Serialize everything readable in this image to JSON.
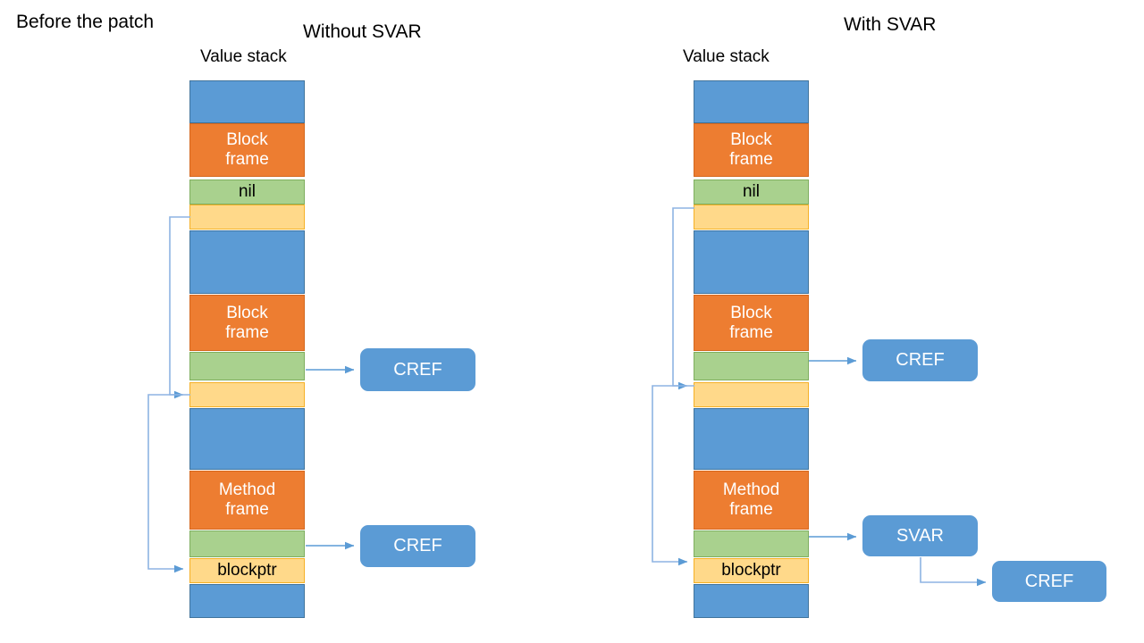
{
  "diagram": {
    "title": "Before the patch",
    "panels": [
      {
        "id": "without-svar",
        "heading": "Without SVAR",
        "stack_label": "Value stack",
        "bands": [
          {
            "kind": "blue",
            "text": ""
          },
          {
            "kind": "orange",
            "text": "Block\nframe"
          },
          {
            "kind": "green",
            "text": "nil"
          },
          {
            "kind": "yellow",
            "text": ""
          },
          {
            "kind": "blue",
            "text": ""
          },
          {
            "kind": "orange",
            "text": "Block\nframe"
          },
          {
            "kind": "green",
            "text": ""
          },
          {
            "kind": "yellow",
            "text": ""
          },
          {
            "kind": "blue",
            "text": ""
          },
          {
            "kind": "orange",
            "text": "Method\nframe"
          },
          {
            "kind": "green",
            "text": ""
          },
          {
            "kind": "yellow",
            "text": "blockptr"
          },
          {
            "kind": "blue",
            "text": ""
          }
        ],
        "nodes": [
          {
            "id": "cref-upper",
            "label": "CREF"
          },
          {
            "id": "cref-lower",
            "label": "CREF"
          }
        ]
      },
      {
        "id": "with-svar",
        "heading": "With SVAR",
        "stack_label": "Value stack",
        "bands": [
          {
            "kind": "blue",
            "text": ""
          },
          {
            "kind": "orange",
            "text": "Block\nframe"
          },
          {
            "kind": "green",
            "text": "nil"
          },
          {
            "kind": "yellow",
            "text": ""
          },
          {
            "kind": "blue",
            "text": ""
          },
          {
            "kind": "orange",
            "text": "Block\nframe"
          },
          {
            "kind": "green",
            "text": ""
          },
          {
            "kind": "yellow",
            "text": ""
          },
          {
            "kind": "blue",
            "text": ""
          },
          {
            "kind": "orange",
            "text": "Method\nframe"
          },
          {
            "kind": "green",
            "text": ""
          },
          {
            "kind": "yellow",
            "text": "blockptr"
          },
          {
            "kind": "blue",
            "text": ""
          }
        ],
        "nodes": [
          {
            "id": "cref-upper",
            "label": "CREF"
          },
          {
            "id": "svar",
            "label": "SVAR"
          },
          {
            "id": "cref-lower",
            "label": "CREF"
          }
        ]
      }
    ],
    "colors": {
      "blue": "#5b9bd5",
      "orange": "#ed7d31",
      "green": "#a9d18e",
      "yellow": "#ffd98a",
      "connector": "#8eb4e3",
      "text_dark": "#000000",
      "text_light": "#ffffff"
    }
  }
}
